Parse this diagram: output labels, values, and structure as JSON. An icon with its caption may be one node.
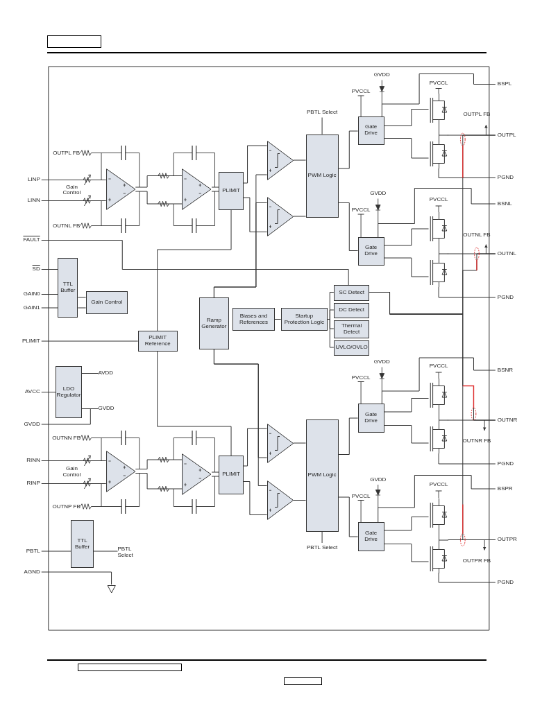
{
  "diagram": {
    "nodes": [
      {
        "text": [
          "PLIMIT"
        ]
      },
      {
        "text": [
          "PWM Logic"
        ]
      },
      {
        "text": [
          "Gate Drive"
        ]
      },
      {
        "text": [
          "Gate Drive"
        ]
      },
      {
        "text": [
          "TTL Buffer"
        ]
      },
      {
        "text": [
          "Gain Control"
        ]
      },
      {
        "text": [
          "Ramp Generator"
        ]
      },
      {
        "text": [
          "Biases and References"
        ]
      },
      {
        "text": [
          "Startup Protection Logic"
        ]
      },
      {
        "text": [
          "SC Detect"
        ]
      },
      {
        "text": [
          "DC Detect"
        ]
      },
      {
        "text": [
          "Thermal Detect"
        ]
      },
      {
        "text": [
          "UVLO/OVLO"
        ]
      },
      {
        "text": [
          "PLIMIT Reference"
        ]
      },
      {
        "text": [
          "LDO Regulator"
        ]
      },
      {
        "text": [
          "PLIMIT"
        ]
      },
      {
        "text": [
          "PWM Logic"
        ]
      },
      {
        "text": [
          "Gate Drive"
        ]
      },
      {
        "text": [
          "Gate Drive"
        ]
      },
      {
        "text": [
          "TTL Buffer"
        ]
      },
      {
        "text": [],
        "shape": "triangle"
      },
      {
        "text": [],
        "shape": "triangle"
      },
      {
        "text": [],
        "shape": "triangle"
      },
      {
        "text": [],
        "shape": "triangle"
      },
      {
        "text": [],
        "shape": "triangle"
      },
      {
        "text": [],
        "shape": "triangle"
      },
      {
        "text": [],
        "shape": "triangle"
      },
      {
        "text": [],
        "shape": "triangle"
      },
      {
        "text": [],
        "shape": "transistor"
      },
      {
        "text": [],
        "shape": "transistor"
      },
      {
        "text": [],
        "shape": "transistor"
      },
      {
        "text": [],
        "shape": "transistor"
      },
      {
        "text": [
          "LINP"
        ]
      },
      {
        "text": [
          "LINN"
        ]
      },
      {
        "text": [
          "FAULT"
        ]
      },
      {
        "text": [
          "SD"
        ]
      },
      {
        "text": [
          "GAIN0"
        ]
      },
      {
        "text": [
          "GAIN1"
        ]
      },
      {
        "text": [
          "PLIMIT"
        ]
      },
      {
        "text": [
          "AVCC"
        ]
      },
      {
        "text": [
          "GVDD"
        ]
      },
      {
        "text": [
          "RINN"
        ]
      },
      {
        "text": [
          "RINP"
        ]
      },
      {
        "text": [
          "PBTL"
        ]
      },
      {
        "text": [
          "AGND"
        ]
      },
      {
        "text": [
          "AVDD"
        ]
      },
      {
        "text": [
          "GVDD"
        ]
      },
      {
        "text": [
          "PBTL Select"
        ]
      },
      {
        "text": [
          "PBTL Select"
        ]
      },
      {
        "text": [
          "PBTL Select"
        ]
      },
      {
        "text": [
          "BSPL"
        ]
      },
      {
        "text": [
          "OUTPL"
        ]
      },
      {
        "text": [
          "PGND"
        ]
      },
      {
        "text": [
          "BSNL"
        ]
      },
      {
        "text": [
          "OUTNL"
        ]
      },
      {
        "text": [
          "PGND"
        ]
      },
      {
        "text": [
          "BSNR"
        ]
      },
      {
        "text": [
          "OUTNR"
        ]
      },
      {
        "text": [
          "PGND"
        ]
      },
      {
        "text": [
          "BSPR"
        ]
      },
      {
        "text": [
          "OUTPR"
        ]
      },
      {
        "text": [
          "PGND"
        ]
      },
      {
        "text": [],
        "shape": "ground"
      },
      {
        "text": [],
        "shape": "box"
      },
      {
        "text": [],
        "shape": "box"
      },
      {
        "text": [],
        "shape": "box"
      }
    ],
    "edges": [
      {
        "from": 32,
        "to": 20,
        "arrow": "none"
      },
      {
        "from": 33,
        "to": 20,
        "arrow": "none"
      },
      {
        "from": 20,
        "to": 21,
        "arrow": "none"
      },
      {
        "from": 20,
        "to": 21,
        "arrow": "none"
      },
      {
        "from": 21,
        "to": 0,
        "arrow": "none"
      },
      {
        "from": 21,
        "to": 0,
        "arrow": "none"
      },
      {
        "from": 0,
        "to": 22,
        "arrow": "none"
      },
      {
        "from": 0,
        "to": 23,
        "arrow": "none"
      },
      {
        "from": 6,
        "to": 22,
        "arrow": "none"
      },
      {
        "from": 6,
        "to": 23,
        "arrow": "none"
      },
      {
        "from": 6,
        "to": 26,
        "arrow": "none"
      },
      {
        "from": 6,
        "to": 27,
        "arrow": "none"
      },
      {
        "from": 22,
        "to": 1,
        "arrow": "none"
      },
      {
        "from": 23,
        "to": 1,
        "arrow": "none"
      },
      {
        "from": 1,
        "to": 2,
        "arrow": "none"
      },
      {
        "from": 1,
        "to": 3,
        "arrow": "none"
      },
      {
        "from": 2,
        "to": 28,
        "arrow": "none"
      },
      {
        "from": 2,
        "to": 28,
        "arrow": "none"
      },
      {
        "from": 3,
        "to": 29,
        "arrow": "none"
      },
      {
        "from": 3,
        "to": 29,
        "arrow": "none"
      },
      {
        "from": 2,
        "to": 50,
        "arrow": "none"
      },
      {
        "from": 28,
        "to": 51,
        "arrow": "none"
      },
      {
        "from": 28,
        "to": 52,
        "arrow": "none"
      },
      {
        "from": 3,
        "to": 53,
        "arrow": "none"
      },
      {
        "from": 29,
        "to": 54,
        "arrow": "none"
      },
      {
        "from": 29,
        "to": 55,
        "arrow": "none"
      },
      {
        "from": 36,
        "to": 4,
        "arrow": "none"
      },
      {
        "from": 37,
        "to": 4,
        "arrow": "none"
      },
      {
        "from": 35,
        "to": 4,
        "arrow": "none"
      },
      {
        "from": 4,
        "to": 5,
        "arrow": "none"
      },
      {
        "from": 4,
        "to": 5,
        "arrow": "none"
      },
      {
        "from": 34,
        "to": 9,
        "arrow": "none"
      },
      {
        "from": 38,
        "to": 13,
        "arrow": "none"
      },
      {
        "from": 13,
        "to": 0,
        "arrow": "none"
      },
      {
        "from": 13,
        "to": 15,
        "arrow": "none"
      },
      {
        "from": 7,
        "to": 8,
        "arrow": "none"
      },
      {
        "from": 8,
        "to": 9,
        "arrow": "none"
      },
      {
        "from": 8,
        "to": 10,
        "arrow": "none"
      },
      {
        "from": 8,
        "to": 11,
        "arrow": "none"
      },
      {
        "from": 8,
        "to": 12,
        "arrow": "none"
      },
      {
        "from": 39,
        "to": 14,
        "arrow": "none"
      },
      {
        "from": 14,
        "to": 45,
        "arrow": "none"
      },
      {
        "from": 14,
        "to": 46,
        "arrow": "none"
      },
      {
        "from": 40,
        "to": 14,
        "arrow": "none"
      },
      {
        "from": 41,
        "to": 24,
        "arrow": "none"
      },
      {
        "from": 42,
        "to": 24,
        "arrow": "none"
      },
      {
        "from": 24,
        "to": 25,
        "arrow": "none"
      },
      {
        "from": 24,
        "to": 25,
        "arrow": "none"
      },
      {
        "from": 25,
        "to": 15,
        "arrow": "none"
      },
      {
        "from": 25,
        "to": 15,
        "arrow": "none"
      },
      {
        "from": 15,
        "to": 26,
        "arrow": "none"
      },
      {
        "from": 15,
        "to": 27,
        "arrow": "none"
      },
      {
        "from": 26,
        "to": 16,
        "arrow": "none"
      },
      {
        "from": 27,
        "to": 16,
        "arrow": "none"
      },
      {
        "from": 16,
        "to": 17,
        "arrow": "none"
      },
      {
        "from": 16,
        "to": 18,
        "arrow": "none"
      },
      {
        "from": 17,
        "to": 30,
        "arrow": "none"
      },
      {
        "from": 17,
        "to": 30,
        "arrow": "none"
      },
      {
        "from": 18,
        "to": 31,
        "arrow": "none"
      },
      {
        "from": 18,
        "to": 31,
        "arrow": "none"
      },
      {
        "from": 17,
        "to": 56,
        "arrow": "none"
      },
      {
        "from": 30,
        "to": 57,
        "arrow": "none"
      },
      {
        "from": 30,
        "to": 58,
        "arrow": "none"
      },
      {
        "from": 18,
        "to": 59,
        "arrow": "none"
      },
      {
        "from": 31,
        "to": 60,
        "arrow": "none"
      },
      {
        "from": 31,
        "to": 61,
        "arrow": "none"
      },
      {
        "from": 43,
        "to": 19,
        "arrow": "none"
      },
      {
        "from": 19,
        "to": 47,
        "arrow": "none"
      },
      {
        "from": 44,
        "to": 62,
        "arrow": "none"
      },
      {
        "from": 48,
        "to": 1,
        "arrow": "none"
      },
      {
        "from": 16,
        "to": 49,
        "arrow": "none"
      },
      {
        "from": 9,
        "to": 51,
        "arrow": "none"
      },
      {
        "from": 9,
        "to": 54,
        "arrow": "none"
      },
      {
        "from": 9,
        "to": 57,
        "arrow": "none"
      },
      {
        "from": 9,
        "to": 60,
        "arrow": "none"
      }
    ],
    "labels": [
      "OUTPL FB",
      "Gain Control",
      "OUTNL FB",
      "OUTNN FB",
      "Gain Control",
      "OUTNP FB",
      "GVDD",
      "PVCCL",
      "PVCCL",
      "OUTPL FB",
      "GVDD",
      "PVCCL",
      "PVCCL",
      "OUTNL FB",
      "GVDD",
      "PVCCL",
      "PVCCL",
      "OUTNR FB",
      "GVDD",
      "PVCCL",
      "PVCCL",
      "OUTPR FB"
    ]
  }
}
